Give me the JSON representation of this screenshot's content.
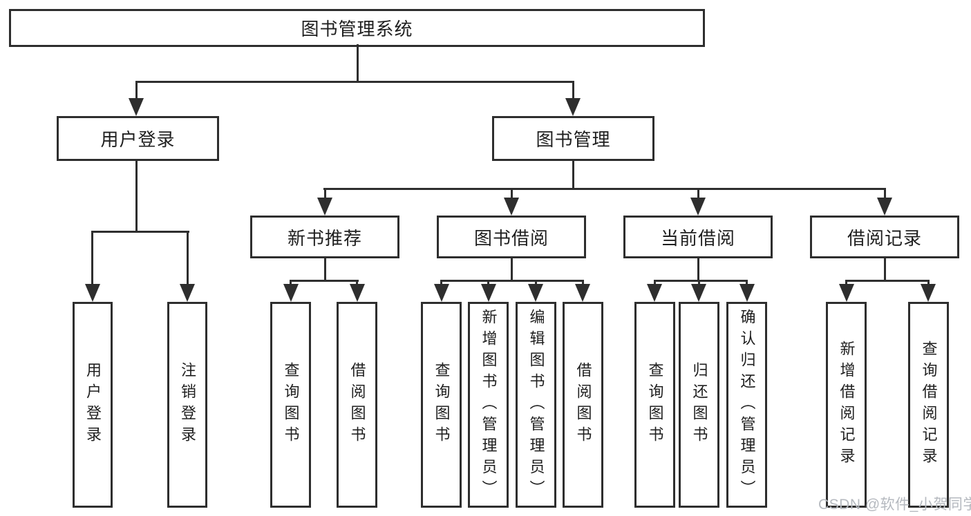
{
  "diagram_title": "图书管理系统",
  "watermark": "CSDN @软件_小贺同学",
  "colors": {
    "line": "#2e2e2e",
    "box_border": "#2e2e2e",
    "box_background": "#ffffff",
    "text": "#1f1f1f",
    "watermark": "#b5b9bf",
    "page_background": "#ffffff"
  },
  "tree": {
    "label": "图书管理系统",
    "children": [
      {
        "label": "用户登录",
        "children": [
          {
            "label": "用户登录"
          },
          {
            "label": "注销登录"
          }
        ]
      },
      {
        "label": "图书管理",
        "children": [
          {
            "label": "新书推荐",
            "children": [
              {
                "label": "查询图书"
              },
              {
                "label": "借阅图书"
              }
            ]
          },
          {
            "label": "图书借阅",
            "children": [
              {
                "label": "查询图书"
              },
              {
                "label": "新增图书（管理员）"
              },
              {
                "label": "编辑图书（管理员）"
              },
              {
                "label": "借阅图书"
              }
            ]
          },
          {
            "label": "当前借阅",
            "children": [
              {
                "label": "查询图书"
              },
              {
                "label": "归还图书"
              },
              {
                "label": "确认归还（管理员）"
              }
            ]
          },
          {
            "label": "借阅记录",
            "children": [
              {
                "label": "新增借阅记录"
              },
              {
                "label": "查询借阅记录"
              }
            ]
          }
        ]
      }
    ]
  }
}
